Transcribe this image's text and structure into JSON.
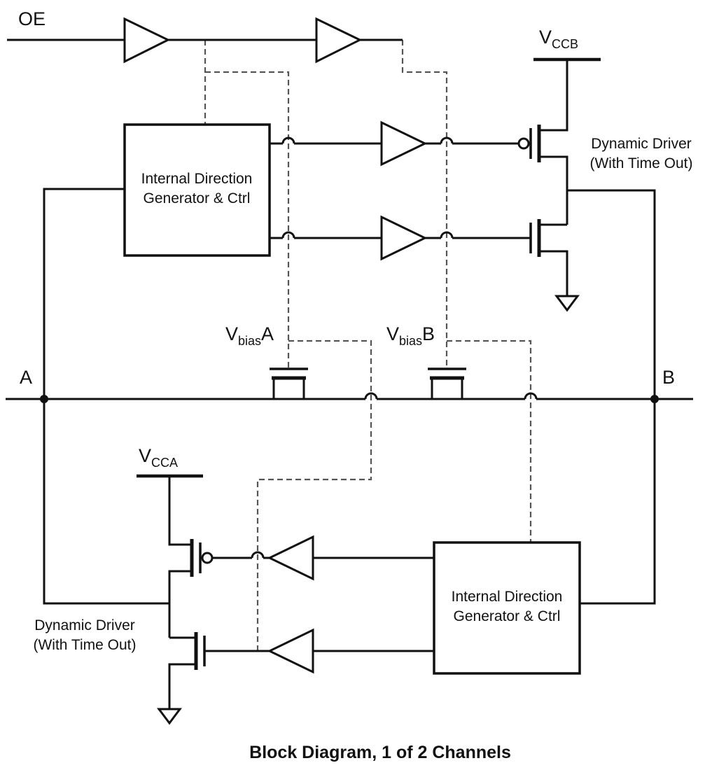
{
  "diagram": {
    "caption": "Block Diagram, 1 of 2 Channels",
    "signals": {
      "oe": "OE",
      "port_a": "A",
      "port_b": "B"
    },
    "supplies": {
      "vccb": {
        "base": "V",
        "sub": "CCB"
      },
      "vcca": {
        "base": "V",
        "sub": "CCA"
      },
      "vbias_a": {
        "base": "V",
        "sub": "bias",
        "suffix": "A"
      },
      "vbias_b": {
        "base": "V",
        "sub": "bias",
        "suffix": "B"
      }
    },
    "blocks": {
      "top_left": {
        "line1": "Internal Direction",
        "line2": "Generator & Ctrl"
      },
      "bottom_right": {
        "line1": "Internal Direction",
        "line2": "Generator & Ctrl"
      }
    },
    "drivers": {
      "top_right": {
        "line1": "Dynamic Driver",
        "line2": "(With Time Out)"
      },
      "bottom_left": {
        "line1": "Dynamic Driver",
        "line2": "(With Time Out)"
      }
    },
    "symbols": {
      "buffer": "buffer-triangle-icon",
      "inversion": "inversion-bubble-icon",
      "ground": "ground-triangle-icon",
      "mosfet": "mosfet-symbol",
      "junction": "junction-dot",
      "crossover": "wire-hop"
    },
    "colors": {
      "ink": "#111111",
      "dashed": "#555555",
      "background": "#ffffff"
    }
  }
}
